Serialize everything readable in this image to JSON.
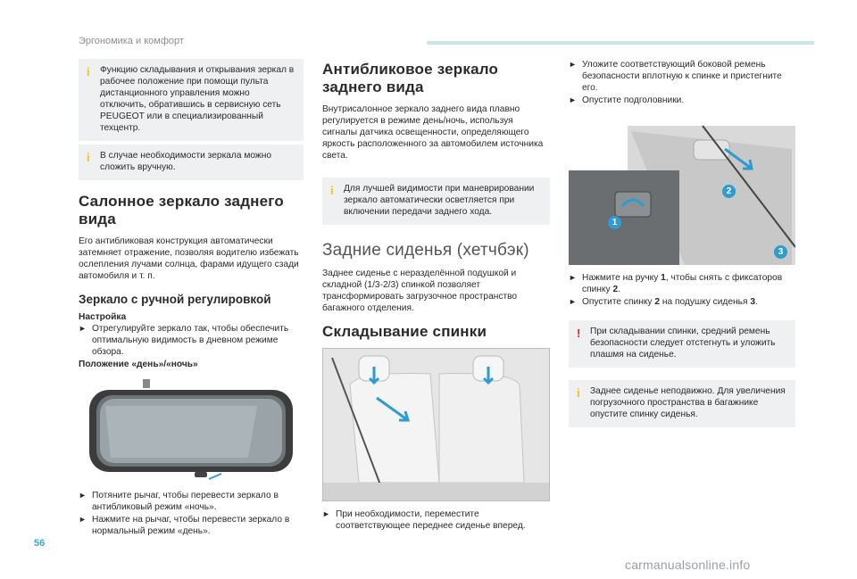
{
  "header": {
    "title": "Эргономика и комфорт"
  },
  "page_number": "56",
  "watermark": "carmanualsonline.info",
  "col1": {
    "note1": "Функцию складывания и открывания зеркал в рабочее положение при помощи пульта дистанционного управления можно отключить, обратившись в сервисную сеть PEUGEOT или в специализированный техцентр.",
    "note2": "В случае необходимости зеркала можно сложить вручную.",
    "h_mirror": "Салонное зеркало заднего вида",
    "p_mirror": "Его антибликовая конструкция автоматически затемняет отражение, позволяя водителю избежать ослепления лучами солнца, фарами идущего сзади автомобиля и т. п.",
    "h_manual": "Зеркало с ручной регулировкой",
    "label_setting": "Настройка",
    "bullet_setting": "Отрегулируйте зеркало так, чтобы обеспечить оптимальную видимость в дневном режиме обзора.",
    "label_position": "Положение «день»/«ночь»",
    "bullets_lever": [
      "Потяните рычаг, чтобы перевести зеркало в антибликовый режим «ночь».",
      "Нажмите на рычаг, чтобы перевести зеркало в нормальный режим «день»."
    ]
  },
  "col2": {
    "h_auto": "Антибликовое зеркало заднего вида",
    "p_auto": "Внутрисалонное зеркало заднего вида плавно регулируется в режиме день/ночь, используя сигналы датчика освещенности, определяющего яркость расположенного за автомобилем источника света.",
    "note_auto": "Для лучшей видимости при маневрировании зеркало автоматически осветляется при включении передачи заднего хода.",
    "h_seats": "Задние сиденья (хетчбэк)",
    "p_seats": "Заднее сиденье с неразделённой подушкой и складной (1/3-2/3) спинкой позволяет трансформировать загрузочное пространство багажного отделения.",
    "h_fold": "Складывание спинки",
    "bullet_fold": "При необходимости, переместите соответствующее переднее сиденье вперед."
  },
  "col3": {
    "bullets_top": [
      "Уложите соответствующий боковой ремень безопасности вплотную к спинке и пристегните его.",
      "Опустите подголовники."
    ],
    "badges": [
      "1",
      "2",
      "3"
    ],
    "bullets_mid": [
      {
        "pre": "Нажмите на ручку ",
        "b": "1",
        "post": ", чтобы снять с фиксаторов спинку ",
        "b2": "2",
        "end": "."
      },
      {
        "pre": "Опустите спинку ",
        "b": "2",
        "post": " на подушку сиденья ",
        "b2": "3",
        "end": "."
      }
    ],
    "note_warn": "При складывании спинки, средний ремень безопасности следует отстегнуть и уложить плашмя на сиденье.",
    "note_info": "Заднее сиденье неподвижно. Для увеличения погрузочного пространства в багажнике опустите спинку сиденья."
  },
  "icons": {
    "bullet": "arrow-bullet-icon",
    "info": "info-icon",
    "warning": "warning-icon"
  },
  "colors": {
    "accent": "#3aa4d8",
    "info_icon": "#f2c11a",
    "warn_icon": "#e2231a",
    "note_bg": "#eef0f1"
  }
}
